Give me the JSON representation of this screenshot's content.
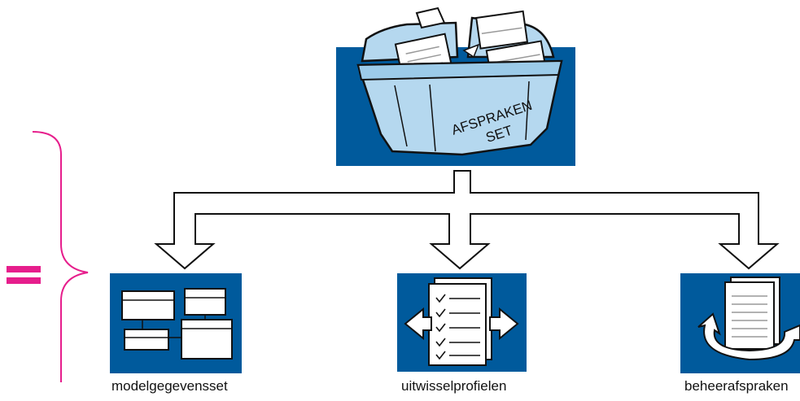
{
  "top": {
    "box_label_line1": "AFSPRAKEN",
    "box_label_line2": "SET"
  },
  "items": [
    {
      "label": "modelgegevensset",
      "icon": "data-model-icon"
    },
    {
      "label": "uitwisselprofielen",
      "icon": "exchange-profile-icon"
    },
    {
      "label": "beheerafspraken",
      "icon": "maintenance-cycle-icon"
    }
  ],
  "colors": {
    "box_blue": "#005a9c",
    "accent_pink": "#e61e8c",
    "light_blue": "#b5d8ef"
  }
}
